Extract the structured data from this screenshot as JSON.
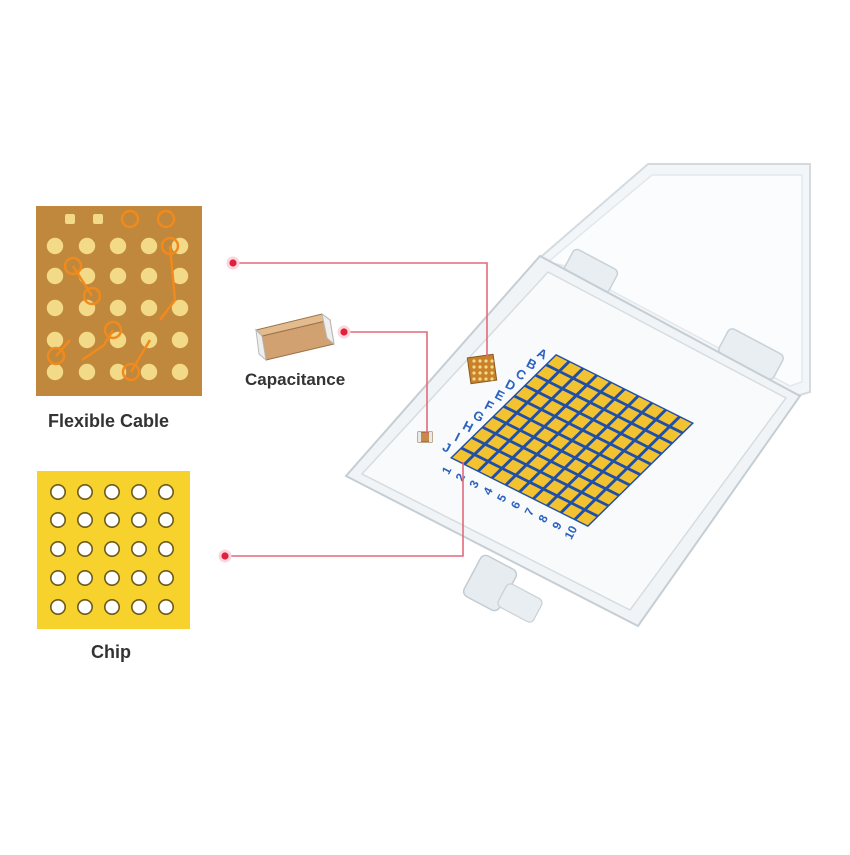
{
  "labels": {
    "flexible_cable": "Flexible Cable",
    "capacitance": "Capacitance",
    "chip": "Chip"
  },
  "tray": {
    "row_letters": [
      "A",
      "B",
      "C",
      "D",
      "E",
      "F",
      "G",
      "H",
      "I",
      "J"
    ],
    "column_numbers": [
      "1",
      "2",
      "3",
      "4",
      "5",
      "6",
      "7",
      "8",
      "9",
      "10"
    ],
    "cell_color": "#f2c230",
    "grid_line_color": "#1f4fa8",
    "marking_color": "#2a62c0"
  },
  "colors": {
    "callout_line": "#e26a7a",
    "callout_dot": "#e0203c",
    "flex_cable_base": "#c0883c",
    "flex_cable_pad": "#f3da88",
    "flex_cable_trace": "#f08a1c",
    "chip_base": "#f7d22c",
    "capacitor_body": "#d2a172",
    "capacitor_terminal": "#eeeeee"
  }
}
